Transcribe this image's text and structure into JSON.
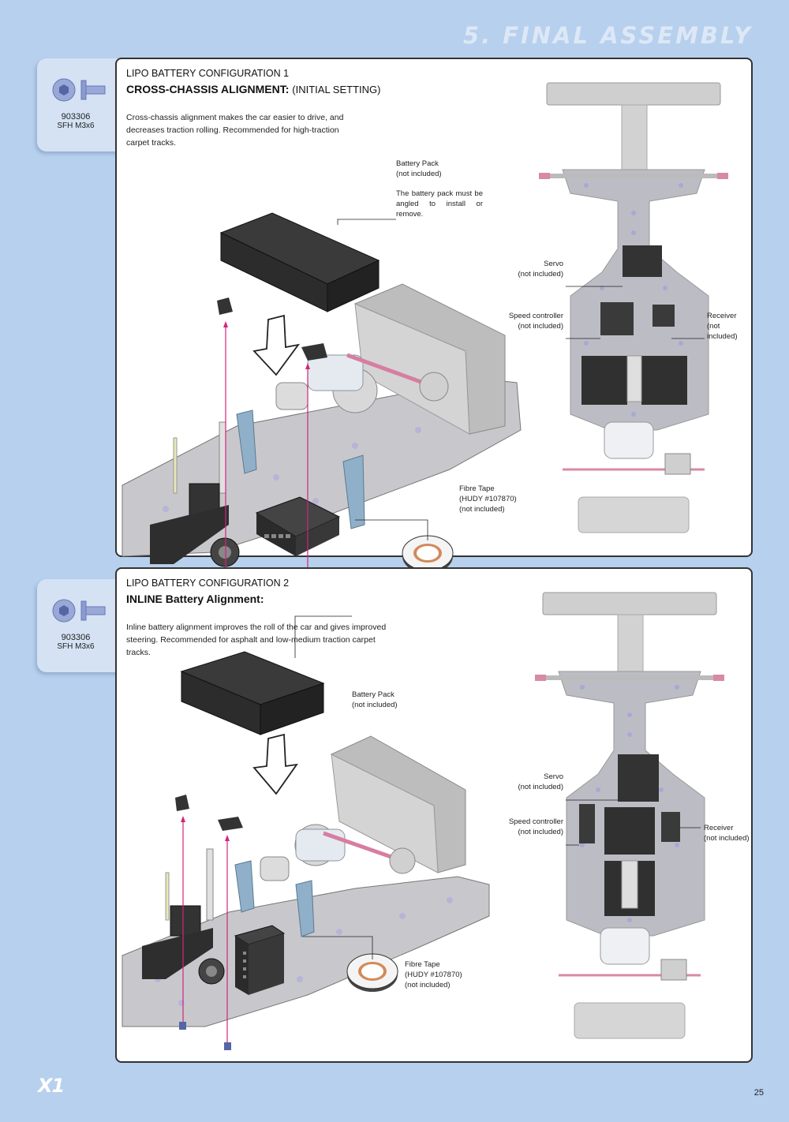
{
  "header": {
    "section_title": "5. FINAL ASSEMBLY"
  },
  "parts": [
    {
      "part_number": "903306",
      "part_desc": "SFH M3x6"
    },
    {
      "part_number": "903306",
      "part_desc": "SFH M3x6"
    }
  ],
  "config1": {
    "title": "LIPO BATTERY CONFIGURATION 1",
    "heading_bold": "CROSS-CHASSIS ALIGNMENT:",
    "heading_normal": "(INITIAL SETTING)",
    "description": "Cross-chassis alignment makes the car easier to drive, and decreases traction rolling.  Recommended for high-traction carpet tracks.",
    "battery_label": "Battery Pack",
    "battery_sub": "(not included)",
    "battery_note": "The battery pack must be angled to install or remove.",
    "fibre_label": "Fibre Tape",
    "fibre_code": "(HUDY #107870)",
    "fibre_sub": "(not included)",
    "servo_label": "Servo",
    "servo_sub": "(not included)",
    "speed_label": "Speed controller",
    "speed_sub": "(not included)",
    "receiver_label": "Receiver",
    "receiver_sub": "(not included)"
  },
  "config2": {
    "title": "LIPO BATTERY CONFIGURATION 2",
    "heading_bold": "INLINE Battery Alignment:",
    "description": "Inline battery alignment improves the roll of the car and gives improved steering. Recommended for asphalt and low-medium traction carpet tracks.",
    "battery_label": "Battery Pack",
    "battery_sub": "(not included)",
    "fibre_label": "Fibre Tape",
    "fibre_code": "(HUDY #107870)",
    "fibre_sub": "(not included)",
    "servo_label": "Servo",
    "servo_sub": "(not included)",
    "speed_label": "Speed controller",
    "speed_sub": "(not included)",
    "receiver_label": "Receiver",
    "receiver_sub": "(not included)"
  },
  "footer": {
    "logo": "X1",
    "page_number": "25"
  }
}
